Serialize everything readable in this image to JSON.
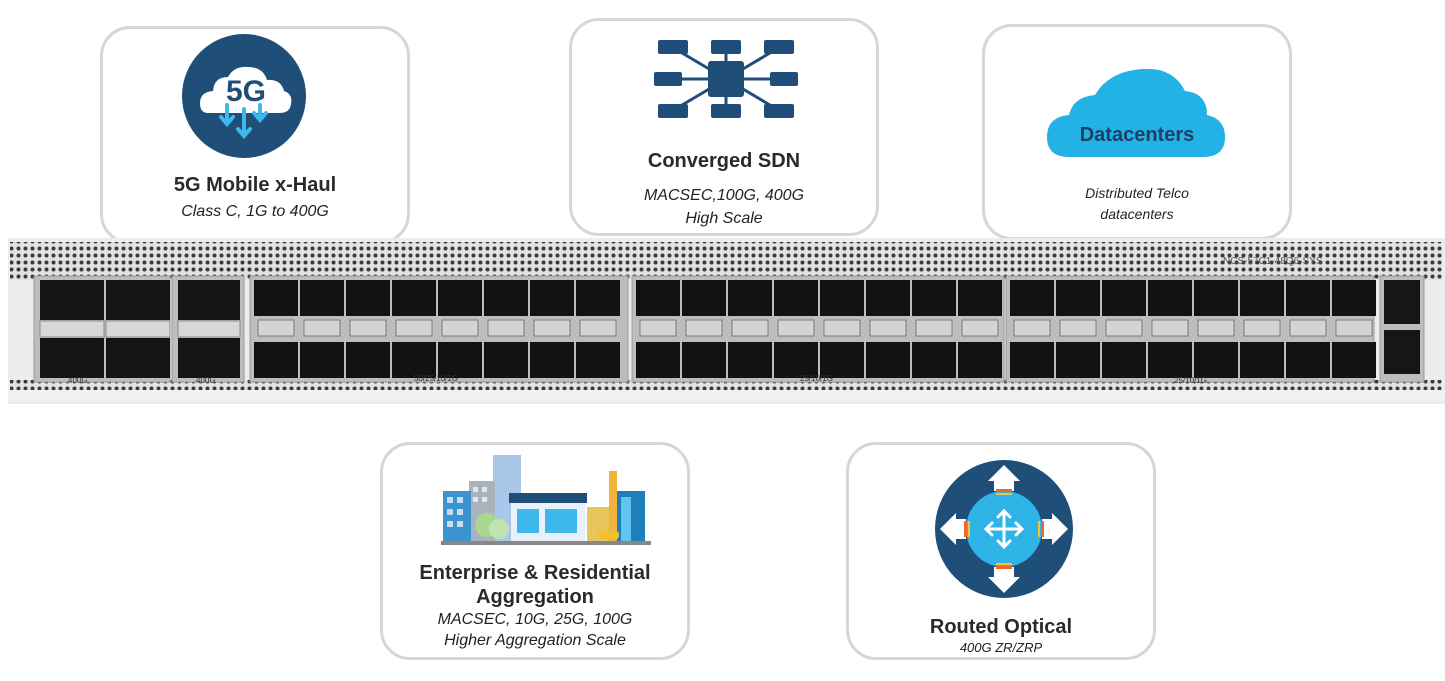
{
  "cards": {
    "mobile": {
      "title": "5G Mobile x-Haul",
      "sub": "Class C, 1G to 400G",
      "icon_text": "5G"
    },
    "sdn": {
      "title": "Converged SDN",
      "sub1": "MACSEC,100G, 400G",
      "sub2": "High Scale"
    },
    "dc": {
      "icon_text": "Datacenters",
      "sub1": "Distributed Telco",
      "sub2": "datacenters"
    },
    "enterprise": {
      "title1": "Enterprise & Residential",
      "title2": "Aggregation",
      "sub1": "MACSEC, 10G, 25G, 100G",
      "sub2": "Higher Aggregation Scale"
    },
    "optical": {
      "title": "Routed Optical",
      "sub": "400G ZR/ZRP"
    }
  },
  "switch": {
    "model": "NCS-57C1-48Q6-SYS",
    "group_labels": [
      "400G",
      "400G",
      "50/25/10/1G",
      "25/10/1G",
      "25/10/1G"
    ]
  },
  "colors": {
    "navy": "#1f4e79",
    "sky": "#3cb9ea",
    "card_border": "#d6d6d6"
  }
}
